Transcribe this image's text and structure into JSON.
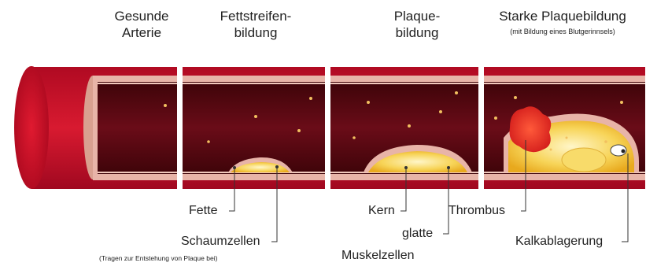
{
  "stages": [
    {
      "title_line1": "Gesunde",
      "title_line2": "Arterie"
    },
    {
      "title_line1": "Fettstreifen-",
      "title_line2": "bildung"
    },
    {
      "title_line1": "Plaque-",
      "title_line2": "bildung"
    },
    {
      "title_line1": "Starke Plaquebildung",
      "subtitle": "(mit Bildung eines Blutgerinnsels)"
    }
  ],
  "labels": {
    "fette": "Fette",
    "schaumzellen": "Schaumzellen",
    "schaumzellen_note": "(Tragen zur Entstehung von Plaque bei)",
    "kern": "Kern",
    "glatte_line1": "glatte",
    "glatte_line2": "Muskelzellen",
    "thrombus": "Thrombus",
    "kalkablagerung": "Kalkablagerung"
  },
  "colors": {
    "artery_outer": "#c8102e",
    "artery_wall": "#e8b4a8",
    "lumen": "#5a0a14",
    "plaque": "#f5c842",
    "thrombus": "#e6332a"
  }
}
